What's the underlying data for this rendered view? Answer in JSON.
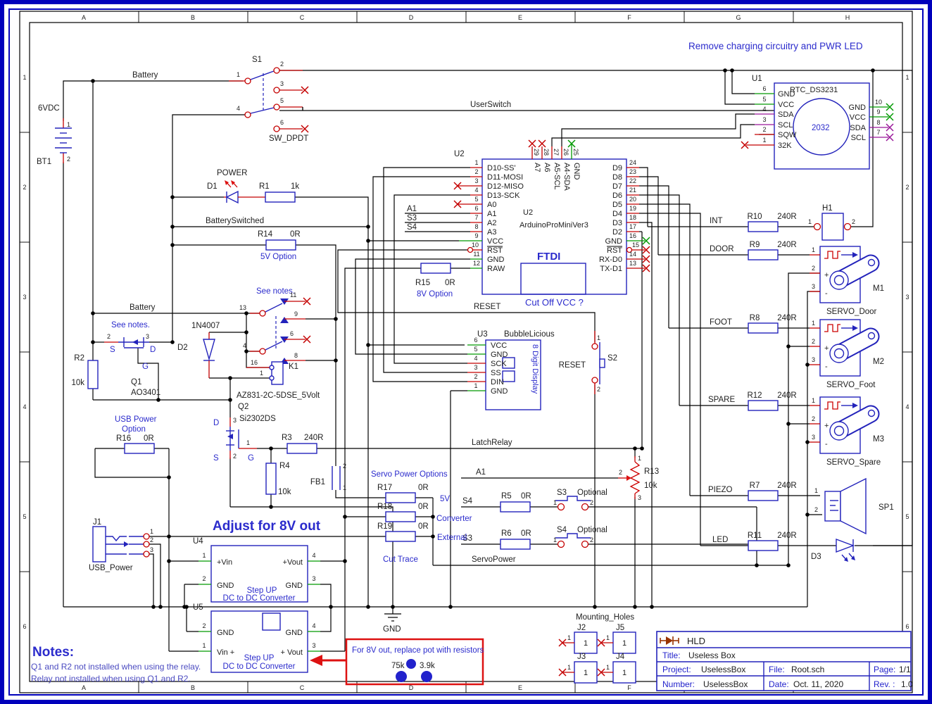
{
  "colors": {
    "wire": "#000000",
    "component_blue": "#2323bb",
    "pin_red": "#c40000",
    "power_green": "#009900",
    "bus_purple": "#991699",
    "annotation_blue": "#2b2bcc",
    "annotation_red": "#dd1111",
    "border_blue": "#0000bb"
  },
  "sheet": {
    "cols": [
      "A",
      "B",
      "C",
      "D",
      "E",
      "F",
      "G",
      "H"
    ],
    "rows": [
      "1",
      "2",
      "3",
      "4",
      "5",
      "6"
    ]
  },
  "notes_top": "Remove charging circuitry and PWR LED",
  "nets": {
    "battery": "Battery",
    "battery_switched": "BatterySwitched",
    "user_switch": "UserSwitch",
    "reset": "RESET",
    "latch_relay": "LatchRelay",
    "servo_power": "ServoPower",
    "a1": "A1",
    "s3": "S3",
    "s4": "S4",
    "int": "INT",
    "door": "DOOR",
    "foot": "FOOT",
    "spare": "SPARE",
    "piezo": "PIEZO",
    "led": "LED",
    "gnd": "GND"
  },
  "battery": {
    "ref": "BT1",
    "voltage": "6VDC",
    "p1": "1",
    "p2": "2"
  },
  "s1": {
    "ref": "S1",
    "value": "SW_DPDT",
    "p1": "1",
    "p2": "2",
    "p3": "3",
    "p4": "4",
    "p5": "5",
    "p6": "6"
  },
  "power_led": {
    "title": "POWER",
    "d1": "D1",
    "r1": "R1",
    "r1_val": "1k"
  },
  "r14": {
    "ref": "R14",
    "val": "0R",
    "note": "5V Option"
  },
  "r15": {
    "ref": "R15",
    "val": "0R",
    "note": "8V Option"
  },
  "u2": {
    "ref": "U2",
    "inner_ref": "U2",
    "name": "ArduinoProMiniVer3",
    "ftdi": "FTDI",
    "cutoff": "Cut Off VCC ?",
    "left": [
      {
        "n": "1",
        "l": "D10-SS'"
      },
      {
        "n": "2",
        "l": "D11-MOSI"
      },
      {
        "n": "3",
        "l": "D12-MISO"
      },
      {
        "n": "4",
        "l": "D13-SCK"
      },
      {
        "n": "5",
        "l": "A0"
      },
      {
        "n": "6",
        "l": "A1"
      },
      {
        "n": "7",
        "l": "A2"
      },
      {
        "n": "8",
        "l": "A3"
      },
      {
        "n": "9",
        "l": "VCC"
      },
      {
        "n": "10",
        "l": "RST"
      },
      {
        "n": "11",
        "l": "GND"
      },
      {
        "n": "12",
        "l": "RAW"
      }
    ],
    "top": [
      {
        "n": "29",
        "l": "A7"
      },
      {
        "n": "28",
        "l": "A6"
      },
      {
        "n": "27",
        "l": "A5-SCL"
      },
      {
        "n": "26",
        "l": "A4-SDA"
      },
      {
        "n": "25",
        "l": "GND"
      }
    ],
    "right": [
      {
        "n": "24",
        "l": "D9"
      },
      {
        "n": "23",
        "l": "D8"
      },
      {
        "n": "22",
        "l": "D7"
      },
      {
        "n": "21",
        "l": "D6"
      },
      {
        "n": "20",
        "l": "D5"
      },
      {
        "n": "19",
        "l": "D4"
      },
      {
        "n": "18",
        "l": "D3"
      },
      {
        "n": "17",
        "l": "D2"
      },
      {
        "n": "16",
        "l": "GND"
      },
      {
        "n": "15",
        "l": "RST"
      },
      {
        "n": "14",
        "l": "RX-D0"
      },
      {
        "n": "13",
        "l": "TX-D1"
      }
    ]
  },
  "u1": {
    "ref": "U1",
    "name": "RTC_DS3231",
    "battery": "2032",
    "left": [
      {
        "n": "6",
        "l": "GND"
      },
      {
        "n": "5",
        "l": "VCC"
      },
      {
        "n": "4",
        "l": "SDA"
      },
      {
        "n": "3",
        "l": "SCL"
      },
      {
        "n": "2",
        "l": "SQW"
      },
      {
        "n": "1",
        "l": "32K"
      }
    ],
    "right": [
      {
        "n": "10",
        "l": "GND"
      },
      {
        "n": "9",
        "l": "VCC"
      },
      {
        "n": "8",
        "l": "SDA"
      },
      {
        "n": "7",
        "l": "SCL"
      }
    ]
  },
  "u3": {
    "ref": "U3",
    "name": "BubbleLicious",
    "display": "8 Digit Display",
    "left": [
      {
        "n": "6",
        "l": "VCC"
      },
      {
        "n": "5",
        "l": "GND"
      },
      {
        "n": "4",
        "l": "SCK"
      },
      {
        "n": "3",
        "l": "SS"
      },
      {
        "n": "2",
        "l": "DIN"
      },
      {
        "n": "1",
        "l": "GND"
      }
    ]
  },
  "s2": {
    "ref": "S2",
    "label": "RESET",
    "p1": "1",
    "p2": "2"
  },
  "q1": {
    "ref": "Q1",
    "part": "AO3401",
    "note": "See notes.",
    "s": "S",
    "d": "D",
    "g": "G",
    "p2": "2",
    "p3": "3"
  },
  "r2": {
    "ref": "R2",
    "val": "10k"
  },
  "d2": {
    "ref": "D2",
    "part": "1N4007"
  },
  "k1": {
    "ref": "K1",
    "part": "AZ831-2C-5DSE_5Volt",
    "note": "See notes.",
    "p13": "13",
    "p11": "11",
    "p9": "9",
    "p4": "4",
    "p6": "6",
    "p8": "8",
    "p16": "16",
    "p1": "1"
  },
  "q2": {
    "ref": "Q2",
    "part": "Si2302DS",
    "d": "D",
    "s": "S",
    "g": "G",
    "p1": "1",
    "p2": "2",
    "p3": "3"
  },
  "r3": {
    "ref": "R3",
    "val": "240R"
  },
  "r4": {
    "ref": "R4",
    "val": "10k"
  },
  "fb1": {
    "ref": "FB1",
    "p1": "1",
    "p2": "2"
  },
  "r16": {
    "ref": "R16",
    "val": "0R",
    "note1": "USB Power",
    "note2": "Option"
  },
  "j1": {
    "ref": "J1",
    "name": "USB_Power",
    "p1": "1",
    "p2": "2",
    "p3": "3"
  },
  "adjust_note": "Adjust for 8V out",
  "u4": {
    "ref": "U4",
    "p1": "1",
    "p2": "2",
    "p3": "3",
    "p4": "4",
    "vin": "+Vin",
    "gnd_l": "GND",
    "vout": "+Vout",
    "gnd_r": "GND",
    "l1": "Step UP",
    "l2": "DC to DC Converter"
  },
  "u5": {
    "ref": "U5",
    "p1": "1",
    "p2": "2",
    "p3": "3",
    "p4": "4",
    "vin": "Vin  +",
    "gnd_l": "GND",
    "vout": "+ Vout",
    "gnd_r": "GND",
    "l1": "Step UP",
    "l2": "DC to DC Converter"
  },
  "red_note": {
    "line": "For 8V out, replace pot with resistors",
    "v1": "75k",
    "v2": "3.9k"
  },
  "notes": {
    "title": "Notes:",
    "l1": "Q1 and R2 not installed when using the relay.",
    "l2": "Relay not installed when using Q1 and R2."
  },
  "servo_options": {
    "title": "Servo Power Options",
    "r17": "R17",
    "r18": "R18",
    "r19": "R19",
    "val17": "0R",
    "val18": "0R",
    "val19": "0R",
    "opt1": "5V",
    "opt2": "Converter",
    "opt3": "External",
    "cut": "Cut Trace"
  },
  "r5": {
    "ref": "R5",
    "val": "0R"
  },
  "r6": {
    "ref": "R6",
    "val": "0R"
  },
  "s3_btn": {
    "ref": "S3",
    "note": "Optional",
    "p1": "1",
    "p2": "2"
  },
  "s4_btn": {
    "ref": "S4",
    "note": "Optional",
    "p1": "1",
    "p2": "2"
  },
  "r13": {
    "ref": "R13",
    "val": "10k",
    "p1": "1",
    "p2": "2",
    "p3": "3"
  },
  "right_outputs": {
    "int": {
      "r": "R10",
      "v": "240R"
    },
    "door": {
      "r": "R9",
      "v": "240R"
    },
    "foot": {
      "r": "R8",
      "v": "240R"
    },
    "spare": {
      "r": "R12",
      "v": "240R"
    },
    "piezo": {
      "r": "R7",
      "v": "240R"
    },
    "led": {
      "r": "R11",
      "v": "240R"
    }
  },
  "h1": {
    "ref": "H1",
    "p1": "1",
    "p2": "2"
  },
  "m1": {
    "ref": "M1",
    "name": "SERVO_Door",
    "p1": "1",
    "p2": "2",
    "p3": "3",
    "plus": "+",
    "minus": "-"
  },
  "m2": {
    "ref": "M2",
    "name": "SERVO_Foot",
    "p1": "1",
    "p2": "2",
    "p3": "3",
    "plus": "+",
    "minus": "-"
  },
  "m3": {
    "ref": "M3",
    "name": "SERVO_Spare",
    "p1": "1",
    "p2": "2",
    "p3": "3",
    "plus": "+",
    "minus": "-"
  },
  "sp1": {
    "ref": "SP1",
    "p1": "1",
    "p2": "2"
  },
  "d3": {
    "ref": "D3"
  },
  "mounting": {
    "title": "Mounting_Holes",
    "j2": "J2",
    "j5": "J5",
    "j3": "J3",
    "j4": "J4",
    "val": "1",
    "pin": "1"
  },
  "title_block": {
    "logo": "HLD",
    "title_label": "Title:",
    "title": "Useless Box",
    "project_label": "Project:",
    "project": "UselessBox",
    "file_label": "File:",
    "file": "Root.sch",
    "page_label": "Page:",
    "page": "1/1",
    "number_label": "Number:",
    "number": "UselessBox",
    "date_label": "Date:",
    "date": "Oct. 11, 2020",
    "rev_label": "Rev. :",
    "rev": "1.0"
  }
}
